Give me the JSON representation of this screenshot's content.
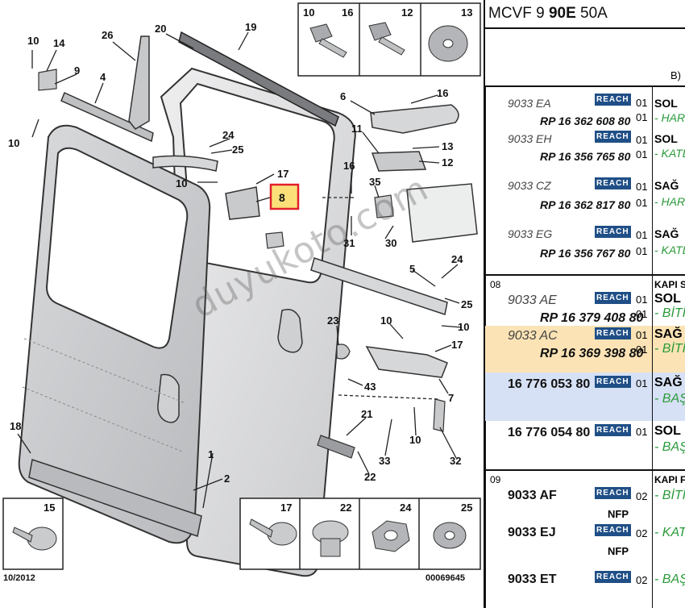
{
  "diagram": {
    "callouts": [
      "10",
      "14",
      "9",
      "4",
      "26",
      "20",
      "19",
      "6",
      "16",
      "24",
      "25",
      "11",
      "13",
      "12",
      "10",
      "17",
      "8",
      "16",
      "35",
      "31",
      "30",
      "5",
      "24",
      "25",
      "23",
      "10",
      "17",
      "10",
      "43",
      "7",
      "21",
      "10",
      "33",
      "32",
      "22",
      "18",
      "1",
      "2",
      "10"
    ],
    "highlighted_callout": "8",
    "fastener_labels_top": [
      "10",
      "16",
      "12",
      "13"
    ],
    "fastener_labels_bottom_left": [
      "15"
    ],
    "fastener_labels_bottom_right": [
      "17",
      "22",
      "24",
      "25"
    ],
    "date_code": "10/2012",
    "drawing_number": "00069645",
    "watermark": "duyukoto.com"
  },
  "table": {
    "header_prefix": "MCVF 9 ",
    "header_bold": "90E",
    "header_suffix": " 50A",
    "subheader": "B)",
    "reach_label": "REACH",
    "rows": [
      {
        "code": "9033 EA",
        "rp": "RP 16 362 608 80",
        "qty1": "01",
        "qty2": "01",
        "side": "SOL",
        "desc": "- HAR"
      },
      {
        "code": "9033 EH",
        "rp": "RP 16 356 765 80",
        "qty1": "01",
        "qty2": "01",
        "side": "SOL",
        "desc": "- KATL"
      },
      {
        "code": "9033 CZ",
        "rp": "RP 16 362 817 80",
        "qty1": "01",
        "qty2": "01",
        "side": "SAĞ",
        "desc": "- HAR"
      },
      {
        "code": "9033 EG",
        "rp": "RP 16 356 767 80",
        "qty1": "01",
        "qty2": "01",
        "side": "SAĞ",
        "desc": "- KATL"
      }
    ],
    "section_08": "08",
    "section_08_title": "KAPI S",
    "rows08": [
      {
        "code": "9033 AE",
        "rp": "RP 16 379 408 80",
        "qty1": "01",
        "qty2": "01",
        "side": "SOL",
        "desc": "- BİTİŞ"
      },
      {
        "code": "9033 AC",
        "rp": "RP 16 369 398 80",
        "qty1": "01",
        "qty2": "01",
        "side": "SAĞ",
        "desc": "- BİTİŞ"
      },
      {
        "code": "16 776 053 80",
        "qty1": "01",
        "side": "SAĞ",
        "desc": "- BAŞI"
      },
      {
        "code": "16 776 054 80",
        "qty1": "01",
        "side": "SOL",
        "desc": "- BAŞI"
      }
    ],
    "section_09": "09",
    "section_09_title": "KAPI F",
    "rows09": [
      {
        "code": "9033 AF",
        "qty1": "02",
        "desc": "- BİTİŞ",
        "nfp": "NFP"
      },
      {
        "code": "9033 EJ",
        "qty1": "02",
        "desc": "- KATL",
        "nfp": "NFP"
      },
      {
        "code": "9033 ET",
        "qty1": "02",
        "desc": "- BAŞI"
      }
    ],
    "colors": {
      "highlight_orange": "#fbe3b5",
      "highlight_blue": "#d7e1f5",
      "reach_bg": "#1f4f86",
      "desc_green": "#2a9a3a",
      "callout_red": "#e0202a",
      "callout_fill": "#fbe07a"
    }
  }
}
